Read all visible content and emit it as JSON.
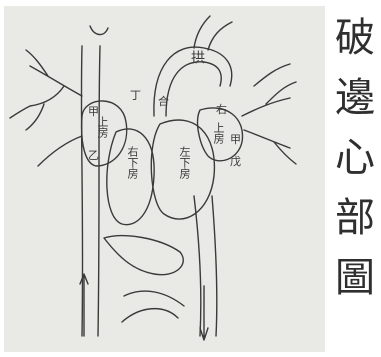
{
  "title": {
    "chars": [
      "破",
      "邊",
      "心",
      "部",
      "圖"
    ]
  },
  "labels": {
    "aorta": "拱",
    "vein_top": "丁",
    "left_upper": "上房",
    "left_upper_top": "合",
    "right_upper": "上房",
    "right_upper_top": "右",
    "right_lower": "右下房",
    "left_lower": "左下房",
    "vessel_a": "甲",
    "vessel_b": "乙",
    "vessel_c": "甲",
    "vessel_d": "戊"
  },
  "colors": {
    "ink": "#3a3a3a",
    "paper": "#e9e9e6",
    "page": "#ffffff"
  }
}
